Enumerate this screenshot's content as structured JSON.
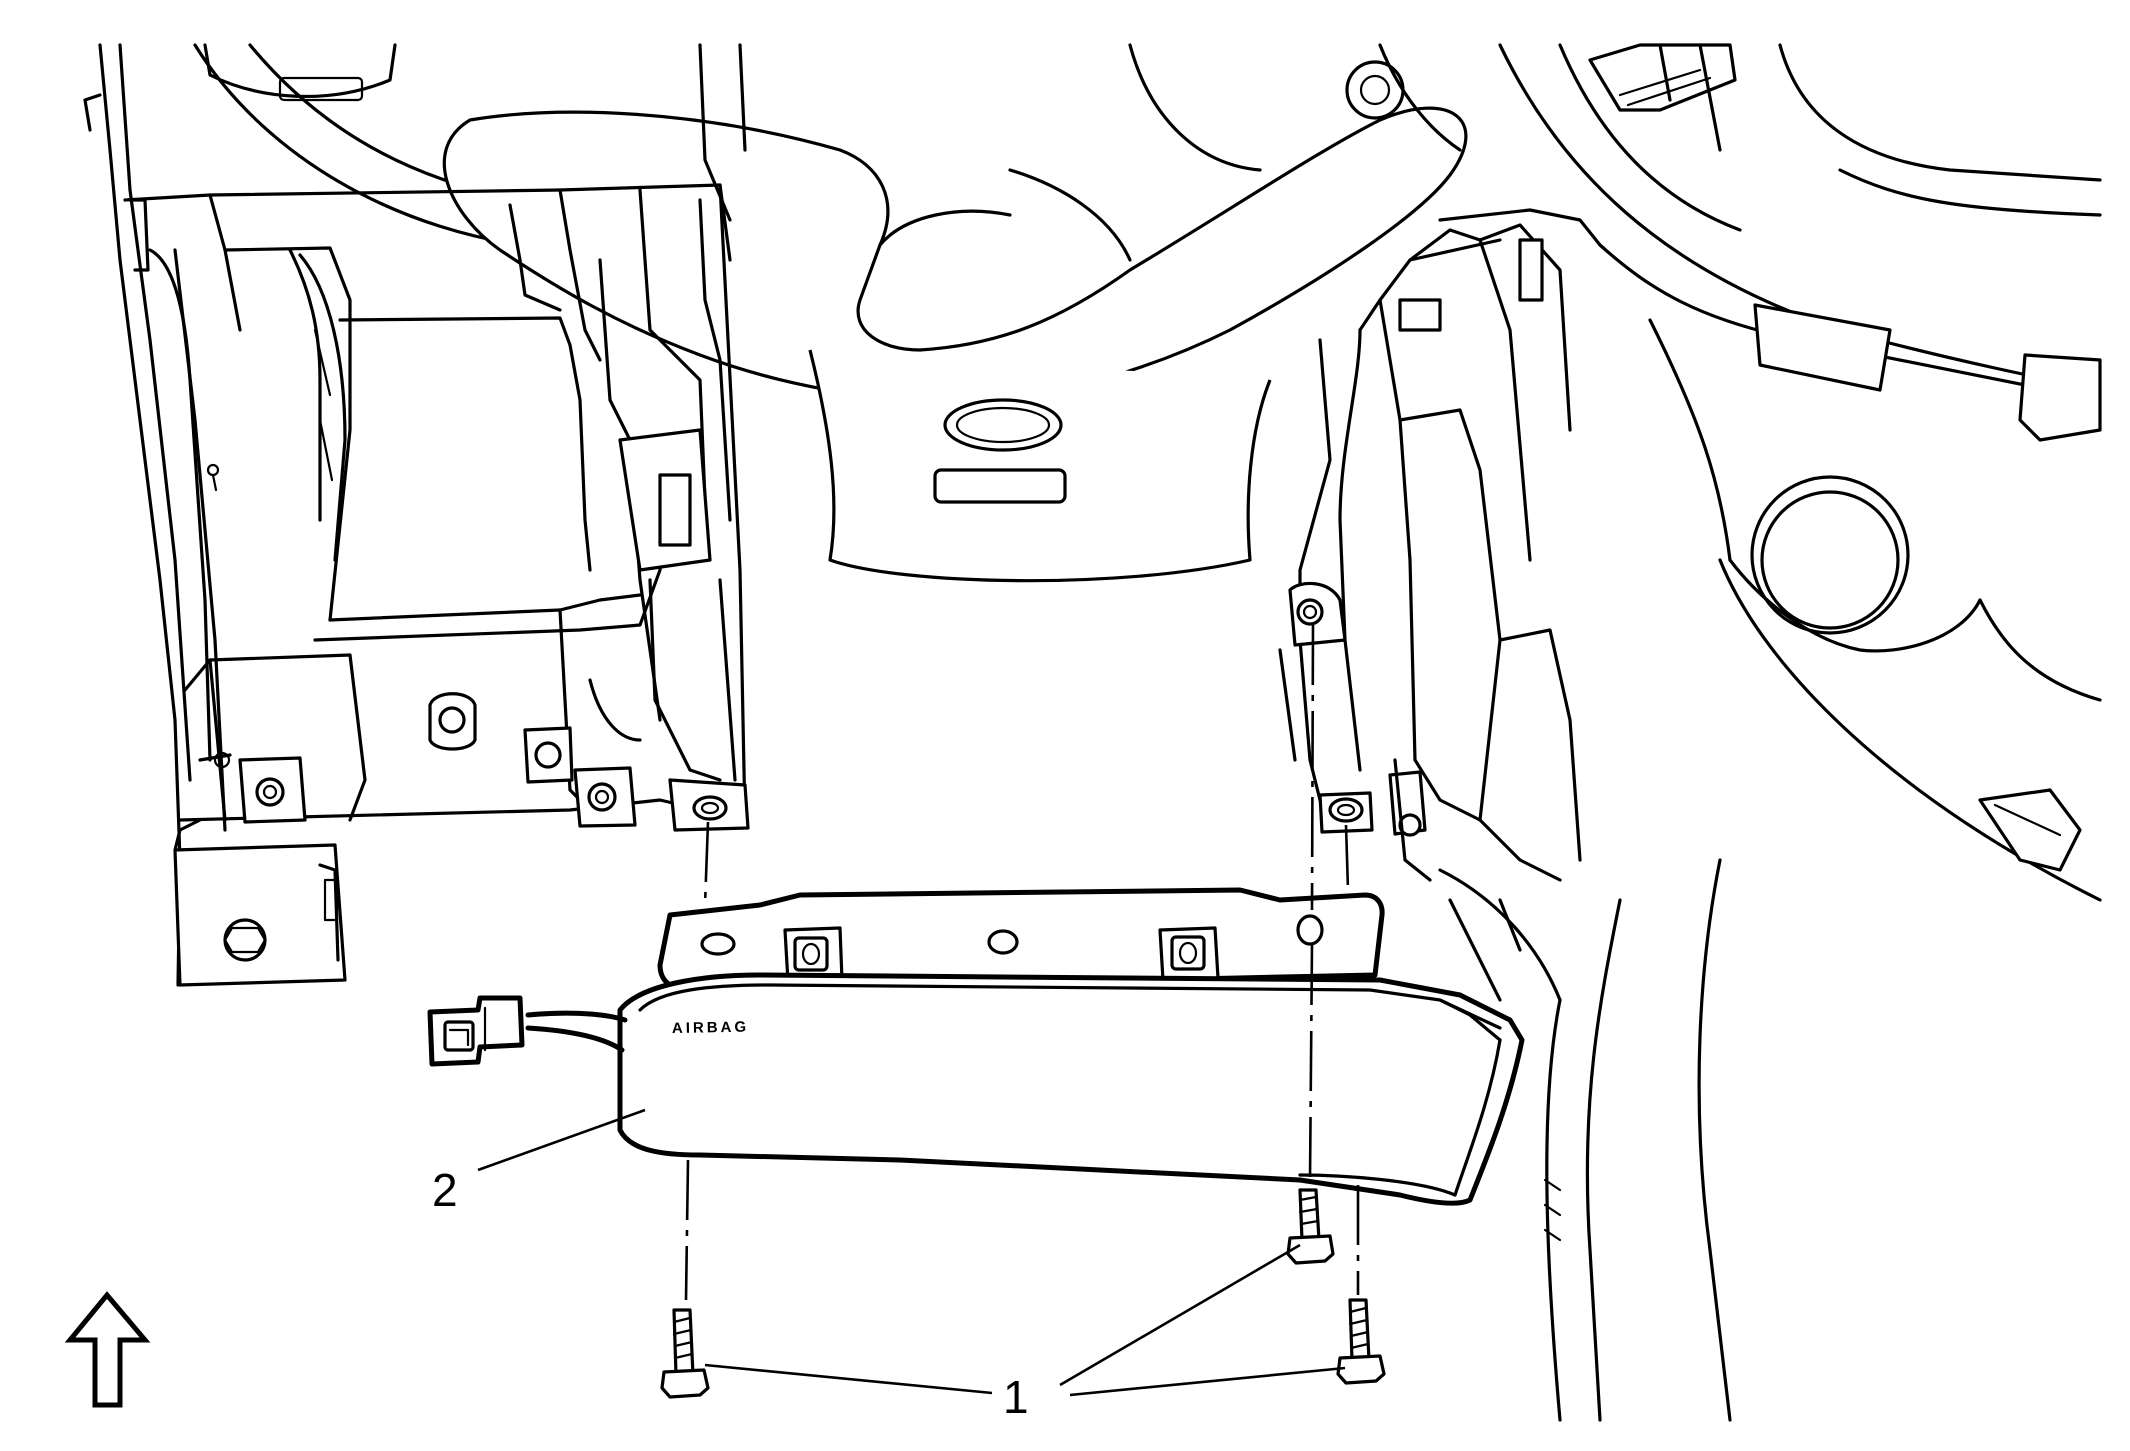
{
  "diagram": {
    "callouts": [
      {
        "id": "1",
        "label": "1"
      },
      {
        "id": "2",
        "label": "2"
      }
    ],
    "part_stamp": "AIRBAG",
    "orientation_icon": "up-arrow-icon"
  }
}
